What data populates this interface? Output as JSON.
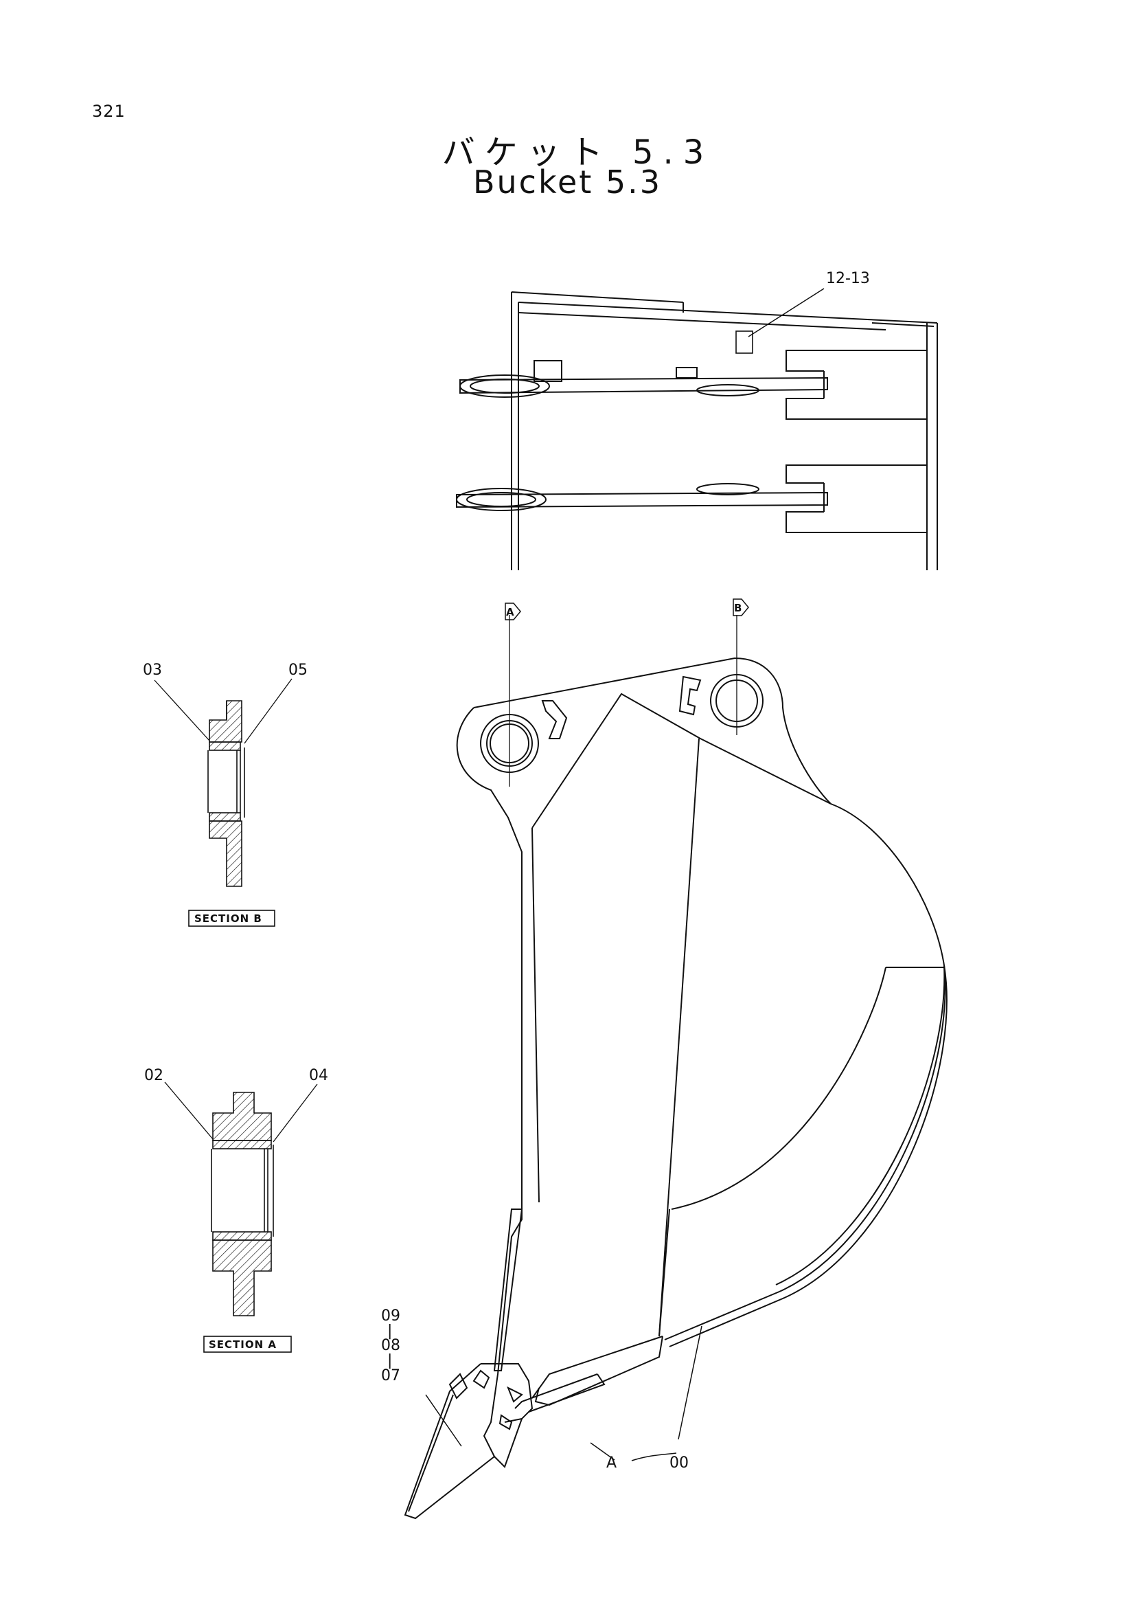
{
  "page_number": "321",
  "title_jp": "バケット 5.3",
  "title_en": "Bucket 5.3",
  "callouts": {
    "upper_label": "12-13",
    "section_b_left": "03",
    "section_b_right": "05",
    "section_b_caption": "SECTION B",
    "section_a_left": "02",
    "section_a_right": "04",
    "section_a_caption": "SECTION A",
    "tooth_09": "09",
    "tooth_08": "08",
    "tooth_07": "07",
    "dash": "|",
    "weld_a": "A",
    "body_00": "00",
    "marker_a": "A",
    "marker_b": "B"
  }
}
